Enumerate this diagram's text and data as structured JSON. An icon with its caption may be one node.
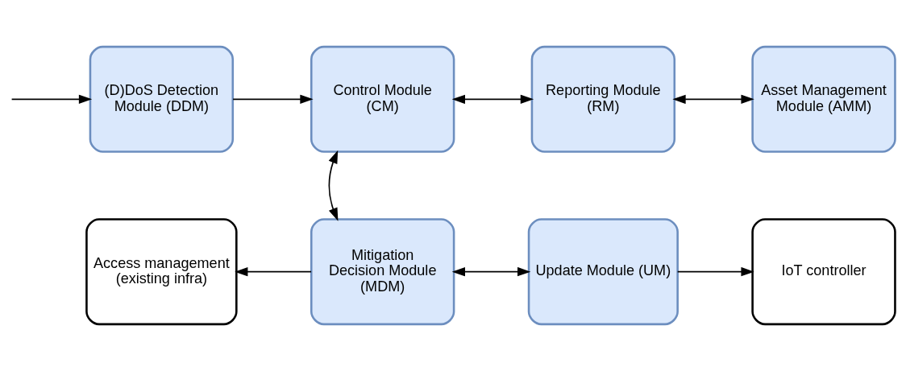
{
  "diagram": {
    "nodes": [
      {
        "text": [
          "(D)DoS Detection Module (DDM)"
        ]
      },
      {
        "text": [
          "Control Module (CM)"
        ]
      },
      {
        "text": [
          "Reporting Module (RM)"
        ]
      },
      {
        "text": [
          "Asset Management Module (AMM)"
        ]
      },
      {
        "text": [
          "Access management (existing infra)"
        ]
      },
      {
        "text": [
          "Mitigation Decision Module (MDM)"
        ]
      },
      {
        "text": [
          "Update Module (UM)"
        ]
      },
      {
        "text": [
          "IoT controller"
        ]
      }
    ],
    "edges": [
      {
        "from": null,
        "to": 0,
        "arrow": "to"
      },
      {
        "from": 0,
        "to": 1,
        "arrow": "to"
      },
      {
        "from": 1,
        "to": 2,
        "arrow": "both"
      },
      {
        "from": 2,
        "to": 3,
        "arrow": "both"
      },
      {
        "from": 1,
        "to": 5,
        "arrow": "both"
      },
      {
        "from": 5,
        "to": 4,
        "arrow": "to"
      },
      {
        "from": 5,
        "to": 6,
        "arrow": "both"
      },
      {
        "from": 6,
        "to": 7,
        "arrow": "to"
      }
    ]
  }
}
